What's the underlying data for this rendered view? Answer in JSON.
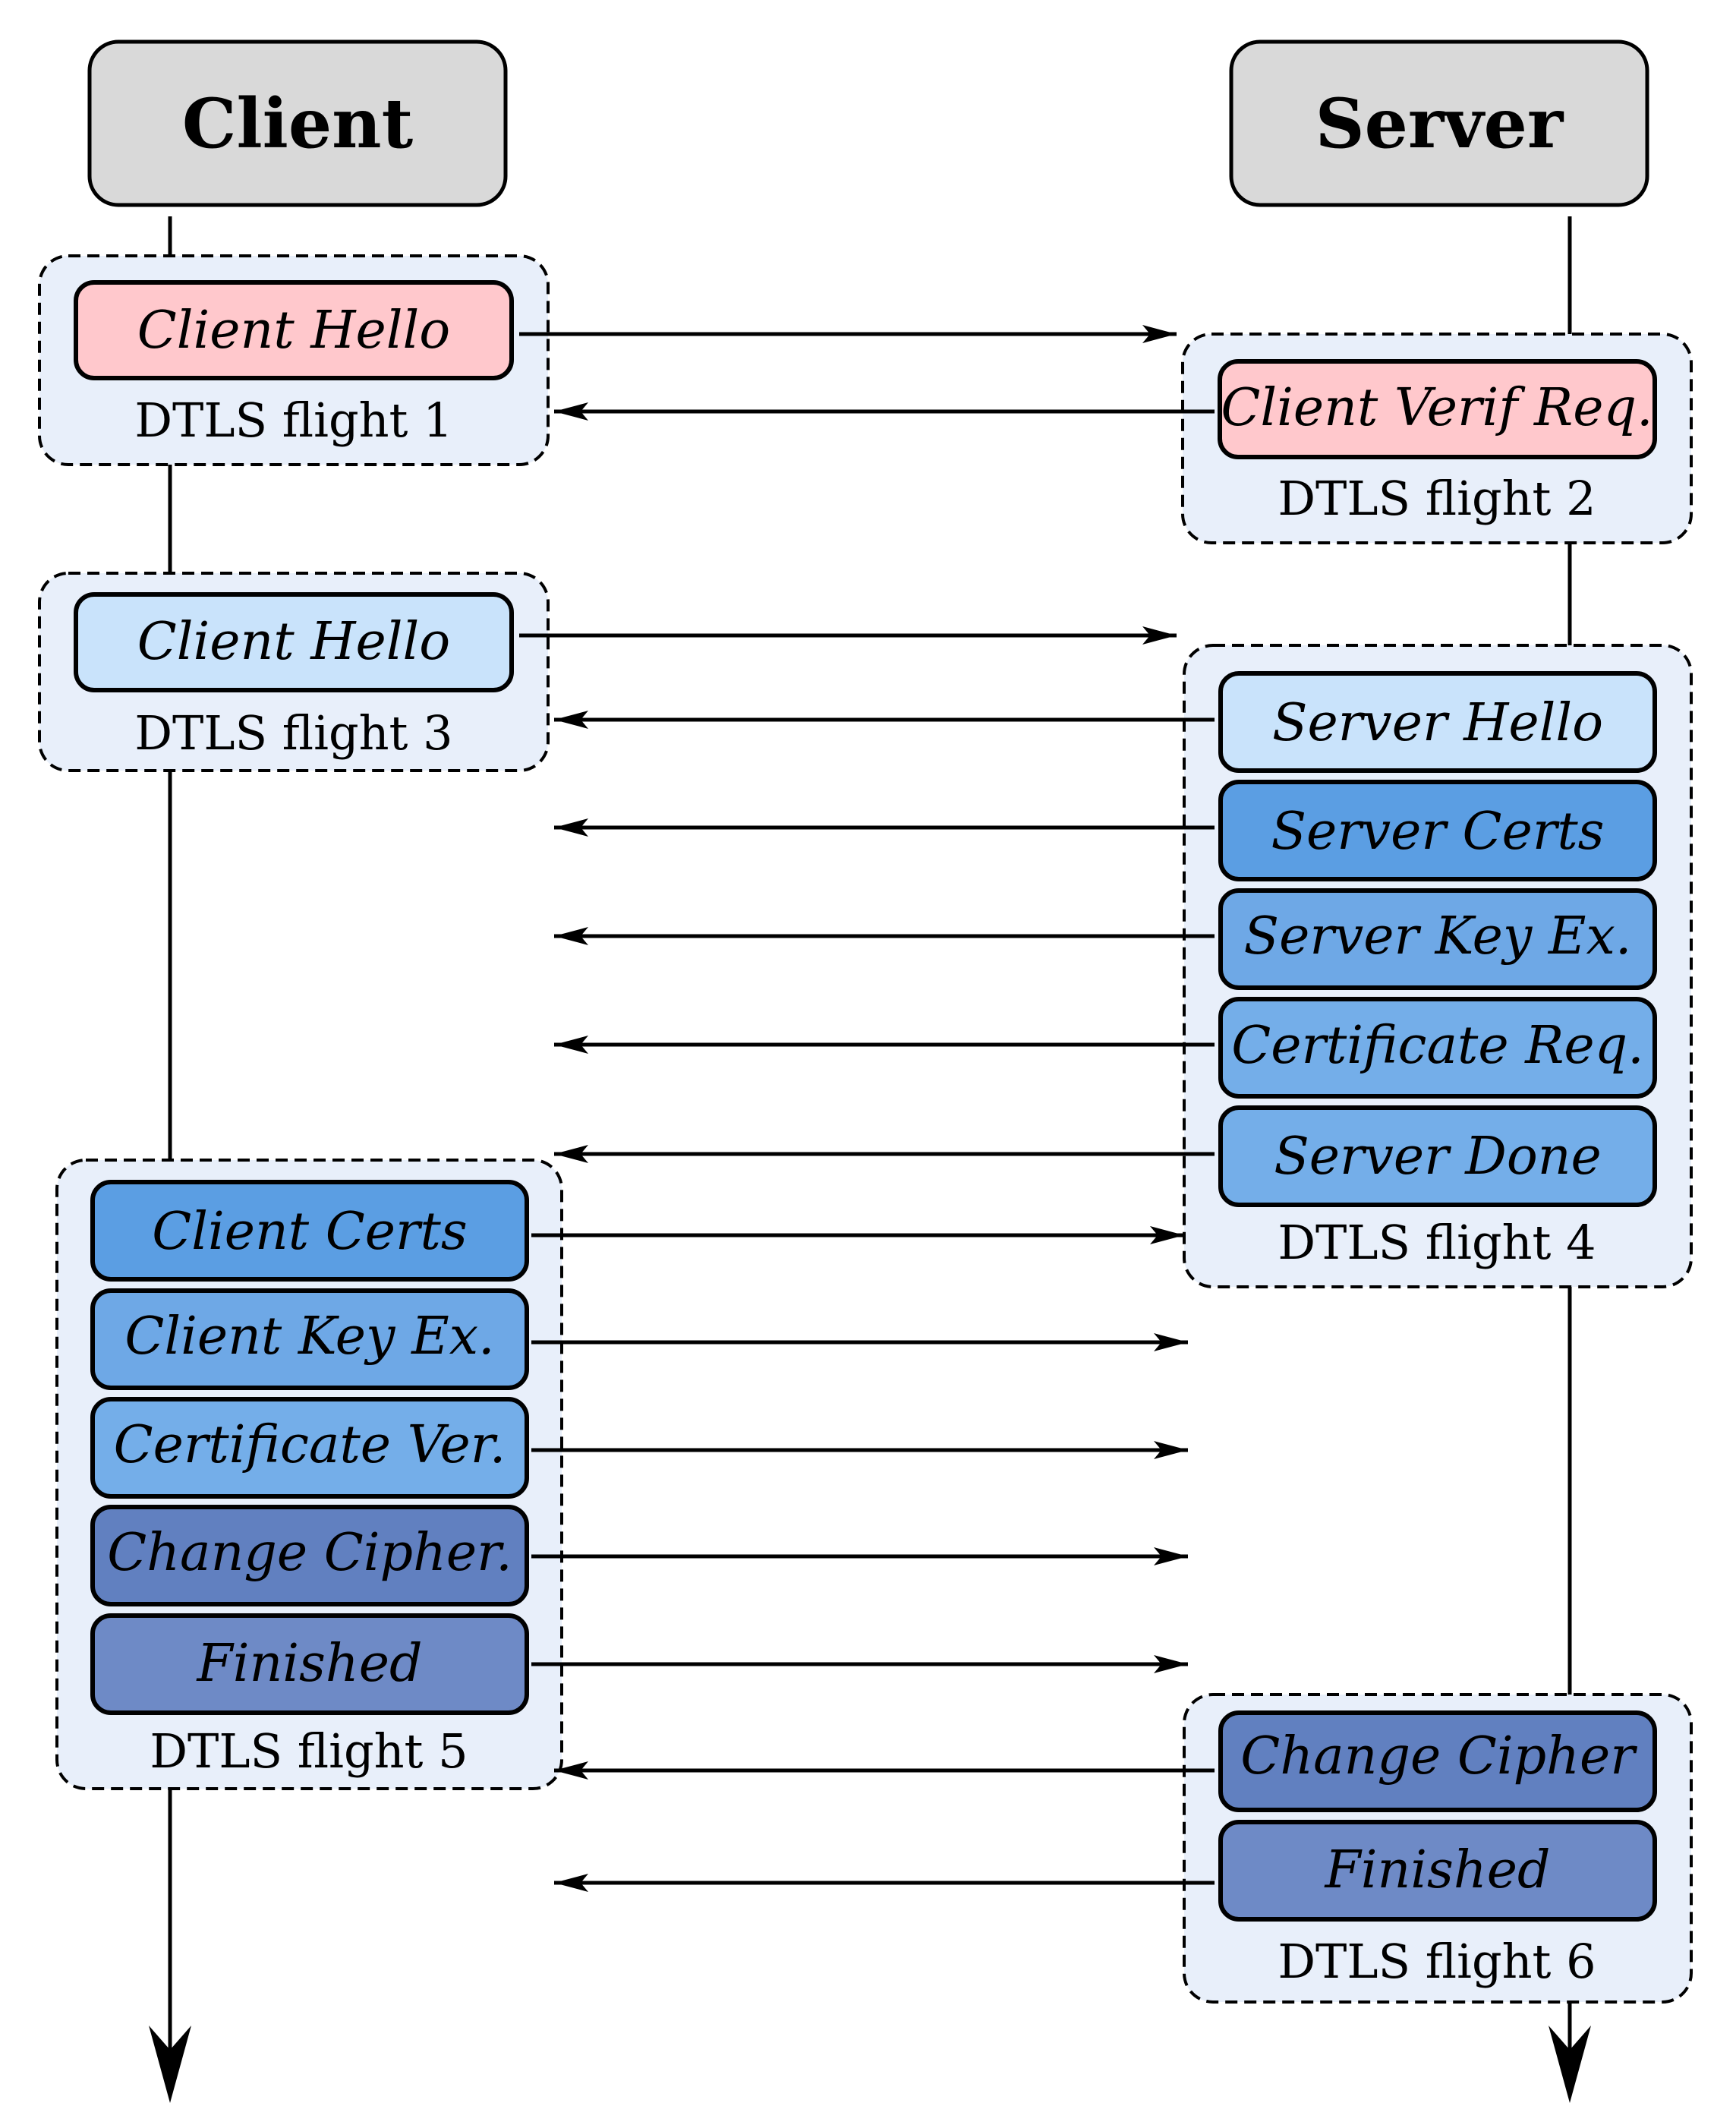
{
  "actors": {
    "client": "Client",
    "server": "Server"
  },
  "colors": {
    "header_fill": "#d9d9d9",
    "group_fill": "#e8effa",
    "hello_pink": "#ffc8cc",
    "hello_light": "#c9e3fb",
    "certs_blue": "#5b9ee3",
    "mid_blue": "#6ea8e6",
    "light_mid_blue": "#74aee9",
    "cipher_dark": "#6180c0",
    "finished_slate": "#6e8ac6",
    "stroke": "#000000"
  },
  "flights": {
    "f1": {
      "label": "DTLS flight 1",
      "messages": [
        {
          "label": "Client Hello",
          "color": "#ffc8cc"
        }
      ]
    },
    "f2": {
      "label": "DTLS flight 2",
      "messages": [
        {
          "label": "Client Verif Req.",
          "color": "#ffc8cc"
        }
      ]
    },
    "f3": {
      "label": "DTLS flight 3",
      "messages": [
        {
          "label": "Client Hello",
          "color": "#c9e3fb"
        }
      ]
    },
    "f4": {
      "label": "DTLS flight 4",
      "messages": [
        {
          "label": "Server Hello",
          "color": "#c9e3fb"
        },
        {
          "label": "Server Certs",
          "color": "#5b9ee3"
        },
        {
          "label": "Server Key Ex.",
          "color": "#6ea8e6"
        },
        {
          "label": "Certificate Req.",
          "color": "#74aee9"
        },
        {
          "label": "Server Done",
          "color": "#74aee9"
        }
      ]
    },
    "f5": {
      "label": "DTLS flight 5",
      "messages": [
        {
          "label": "Client Certs",
          "color": "#5b9ee3"
        },
        {
          "label": "Client Key Ex.",
          "color": "#6ea8e6"
        },
        {
          "label": "Certificate Ver.",
          "color": "#74aee9"
        },
        {
          "label": "Change Cipher.",
          "color": "#6180c0"
        },
        {
          "label": "Finished",
          "color": "#6e8ac6"
        }
      ]
    },
    "f6": {
      "label": "DTLS flight 6",
      "messages": [
        {
          "label": "Change Cipher",
          "color": "#6180c0"
        },
        {
          "label": "Finished",
          "color": "#6e8ac6"
        }
      ]
    }
  }
}
